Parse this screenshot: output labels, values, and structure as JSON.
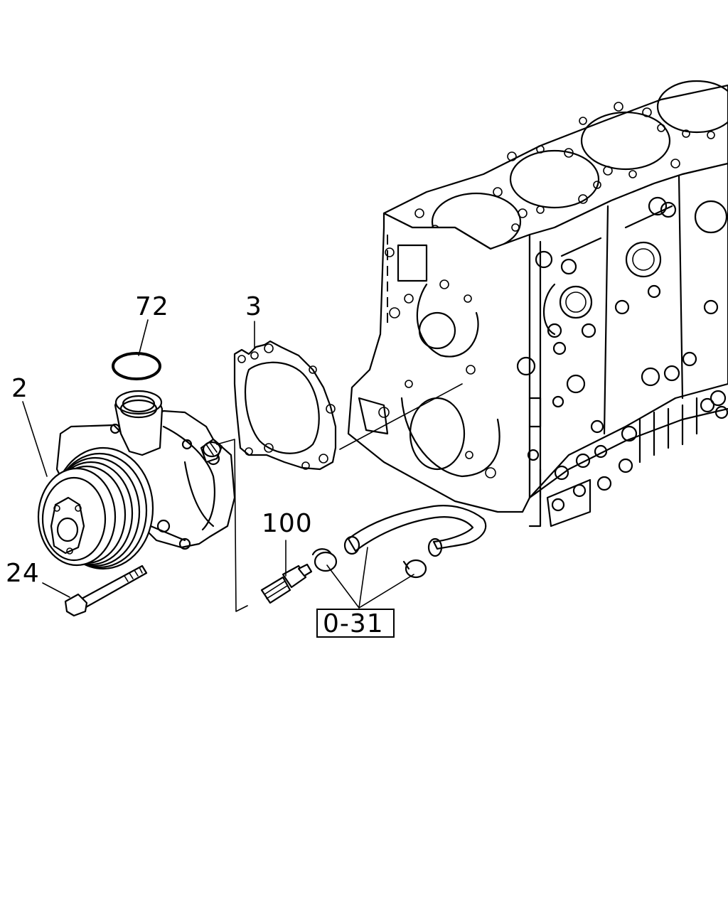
{
  "diagram": {
    "callouts": [
      {
        "id": "c72",
        "text": "72"
      },
      {
        "id": "c3",
        "text": "3"
      },
      {
        "id": "c2",
        "text": "2"
      },
      {
        "id": "c100",
        "text": "100"
      },
      {
        "id": "c24",
        "text": "24"
      },
      {
        "id": "c031",
        "text": "0-31"
      }
    ]
  }
}
